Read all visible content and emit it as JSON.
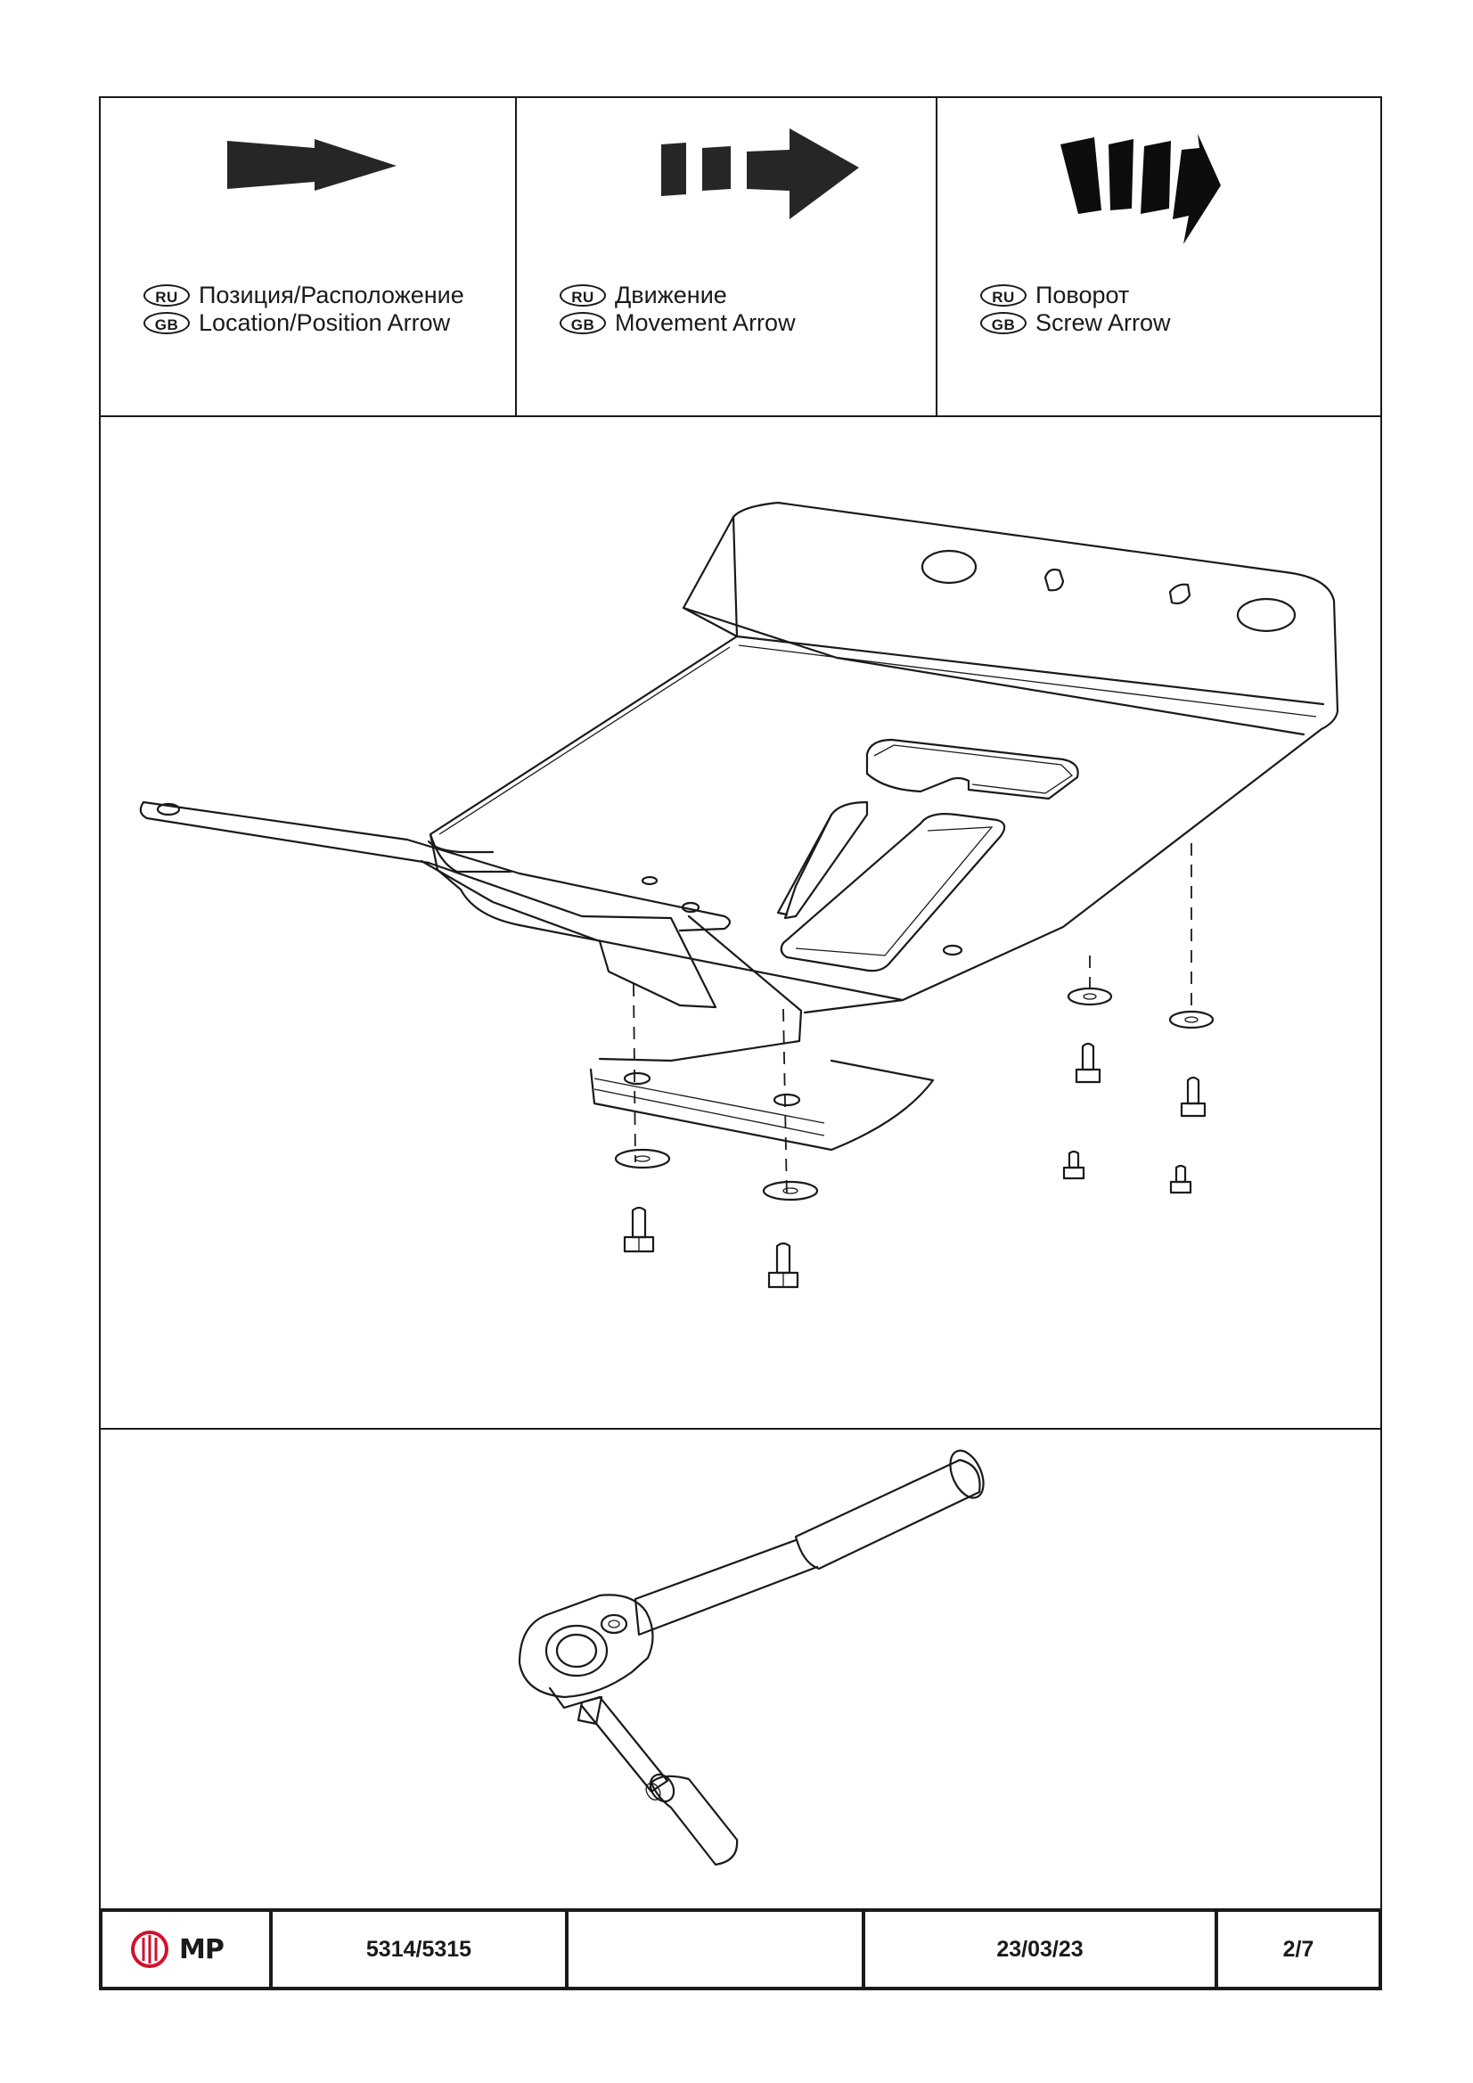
{
  "legend": {
    "location": {
      "ru_badge": "RU",
      "gb_badge": "GB",
      "ru_text": "Позиция/Расположение",
      "gb_text": "Location/Position Arrow",
      "icon": "location-arrow-icon"
    },
    "movement": {
      "ru_badge": "RU",
      "gb_badge": "GB",
      "ru_text": "Движение",
      "gb_text": "Movement Arrow",
      "icon": "movement-arrow-icon"
    },
    "screw": {
      "ru_badge": "RU",
      "gb_badge": "GB",
      "ru_text": "Поворот",
      "gb_text": "Screw Arrow",
      "icon": "screw-arrow-icon"
    }
  },
  "footer": {
    "logo_text": "MP",
    "logo_color": "#d2122e",
    "code": "5314/5315",
    "blank": "",
    "date": "23/03/23",
    "page": "2/7"
  }
}
